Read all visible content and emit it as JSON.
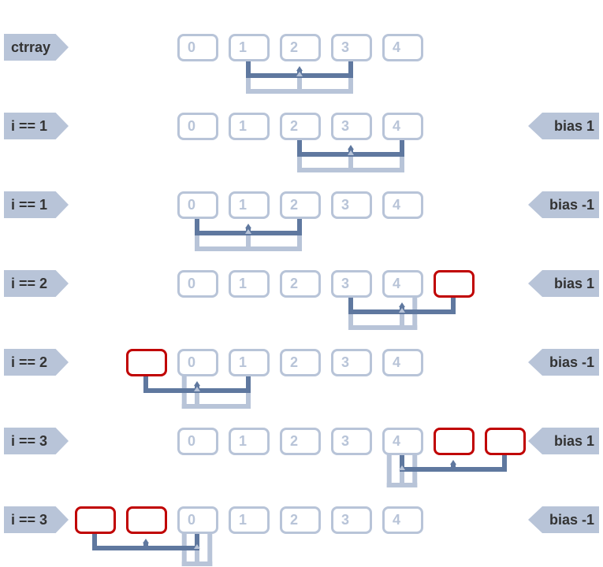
{
  "colors": {
    "light": "#b8c4d8",
    "dark": "#5f789f",
    "pad": "#c00000"
  },
  "rows": [
    {
      "label": "ctrray",
      "bias": null,
      "cells": [
        "0",
        "1",
        "2",
        "3",
        "4"
      ],
      "pad_left": 0,
      "pad_right": 0,
      "kernel": [
        1,
        2,
        3
      ],
      "output": [
        1,
        2,
        3
      ]
    },
    {
      "label": "i == 1",
      "bias": "bias 1",
      "cells": [
        "0",
        "1",
        "2",
        "3",
        "4"
      ],
      "pad_left": 0,
      "pad_right": 0,
      "kernel": [
        2,
        3,
        4
      ],
      "output": [
        2,
        3,
        4
      ]
    },
    {
      "label": "i == 1",
      "bias": "bias -1",
      "cells": [
        "0",
        "1",
        "2",
        "3",
        "4"
      ],
      "pad_left": 0,
      "pad_right": 0,
      "kernel": [
        0,
        1,
        2
      ],
      "output": [
        0,
        1,
        2
      ]
    },
    {
      "label": "i == 2",
      "bias": "bias 1",
      "cells": [
        "0",
        "1",
        "2",
        "3",
        "4"
      ],
      "pad_left": 0,
      "pad_right": 1,
      "kernel": [
        3,
        4,
        5
      ],
      "output": [
        3,
        4,
        4.25
      ]
    },
    {
      "label": "i == 2",
      "bias": "bias -1",
      "cells": [
        "0",
        "1",
        "2",
        "3",
        "4"
      ],
      "pad_left": 1,
      "pad_right": 0,
      "kernel": [
        -1,
        0,
        1
      ],
      "output": [
        -0.25,
        0,
        1
      ]
    },
    {
      "label": "i == 3",
      "bias": "bias 1",
      "cells": [
        "0",
        "1",
        "2",
        "3",
        "4"
      ],
      "pad_left": 0,
      "pad_right": 2,
      "kernel": [
        4,
        5,
        6
      ],
      "output": [
        3.75,
        4,
        4.25
      ]
    },
    {
      "label": "i == 3",
      "bias": "bias -1",
      "cells": [
        "0",
        "1",
        "2",
        "3",
        "4"
      ],
      "pad_left": 2,
      "pad_right": 0,
      "kernel": [
        -2,
        -1,
        0
      ],
      "output": [
        -0.25,
        0,
        0.25
      ]
    }
  ]
}
